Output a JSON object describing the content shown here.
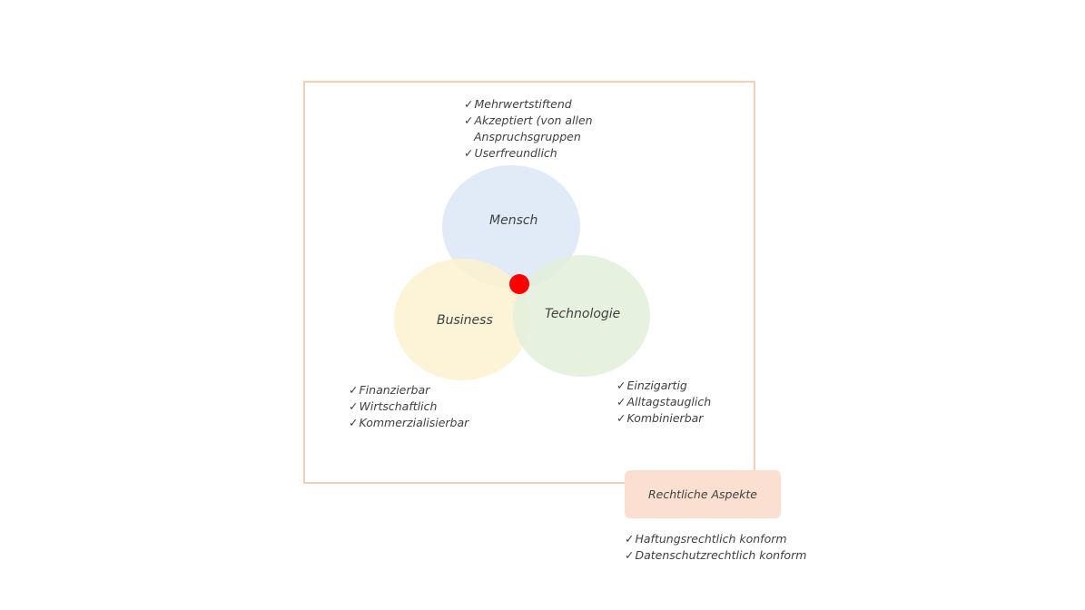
{
  "diagram": {
    "circles": {
      "mensch": "Mensch",
      "business": "Business",
      "technologie": "Technologie"
    },
    "mensch_list": [
      "Mehrwertstiftend",
      "Akzeptiert (von allen",
      "Anspruchsgruppen",
      "Userfreundlich"
    ],
    "business_list": [
      "Finanzierbar",
      "Wirtschaftlich",
      "Kommerzialisierbar"
    ],
    "tech_list": [
      "Einzigartig",
      "Alltagstauglich",
      "Kombinierbar"
    ],
    "legal": {
      "label": "Rechtliche Aspekte",
      "items": [
        "Haftungsrechtlich konform",
        "Datenschutzrechtlich konform"
      ]
    },
    "check_glyph": "✓",
    "colors": {
      "frame": "#f4cfb2",
      "mensch": "#dbe7f6",
      "business": "#fdf2d0",
      "technologie": "#e2efda",
      "center_dot": "#ff0000",
      "legal_box": "#fbe0d2"
    }
  }
}
